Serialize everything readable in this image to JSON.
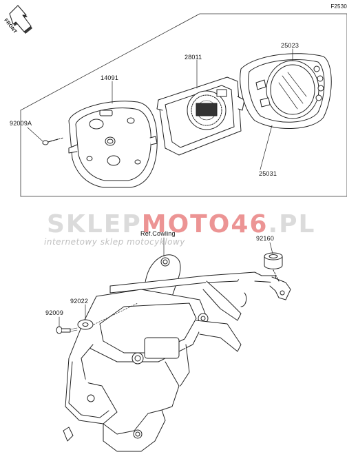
{
  "figure_code": "F2530",
  "front_marker": "FRONT",
  "watermark": {
    "brand_pre": "SKLEP",
    "brand_highlight": "MOTO46",
    "brand_post": ".PL",
    "tagline": "internetowy sklep motocyklowy"
  },
  "parts": {
    "p25023": "25023",
    "p28011": "28011",
    "p14091": "14091",
    "p92009A": "92009A",
    "p25031": "25031",
    "ref_cowling": "Ref.Cowling",
    "p92160": "92160",
    "p92022": "92022",
    "p92009": "92009"
  }
}
